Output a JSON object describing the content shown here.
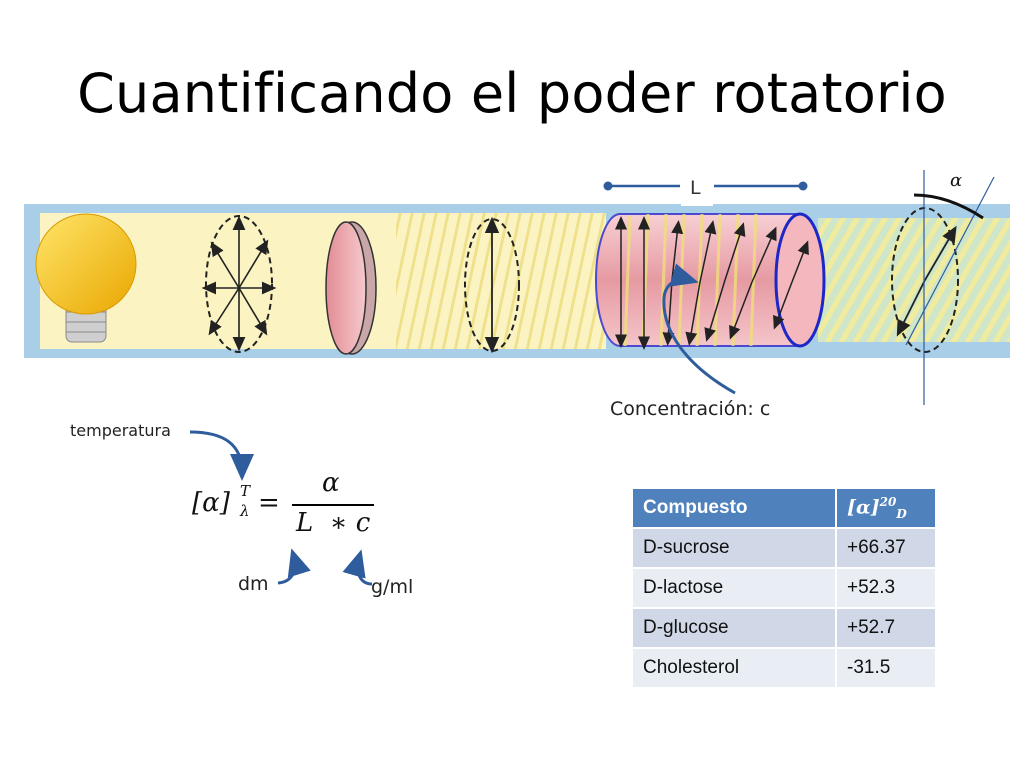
{
  "title": "Cuantificando el poder rotatorio",
  "diagram": {
    "length_label": "L",
    "alpha_label": "α",
    "concentration_label": "Concentración: c",
    "colors": {
      "beam": "#a9cfe8",
      "light": "#fbf4c2",
      "bulb": "#f5be12",
      "arrow": "#2f5c9c",
      "tube": "#e9a0a6"
    }
  },
  "annotations": {
    "temperature": "temperatura",
    "dm": "dm",
    "gml": "g/ml"
  },
  "formula": {
    "lhs": "[α]",
    "superscript": "T",
    "subscript": "λ",
    "equals": "=",
    "numerator": "α",
    "denominator": "L  ∗ c"
  },
  "table": {
    "headers": [
      "Compuesto",
      "[α]",
      "20",
      "D"
    ],
    "rows": [
      {
        "name": "D-sucrose",
        "value": "+66.37"
      },
      {
        "name": "D-lactose",
        "value": "+52.3"
      },
      {
        "name": "D-glucose",
        "value": "+52.7"
      },
      {
        "name": "Cholesterol",
        "value": "-31.5"
      }
    ]
  }
}
